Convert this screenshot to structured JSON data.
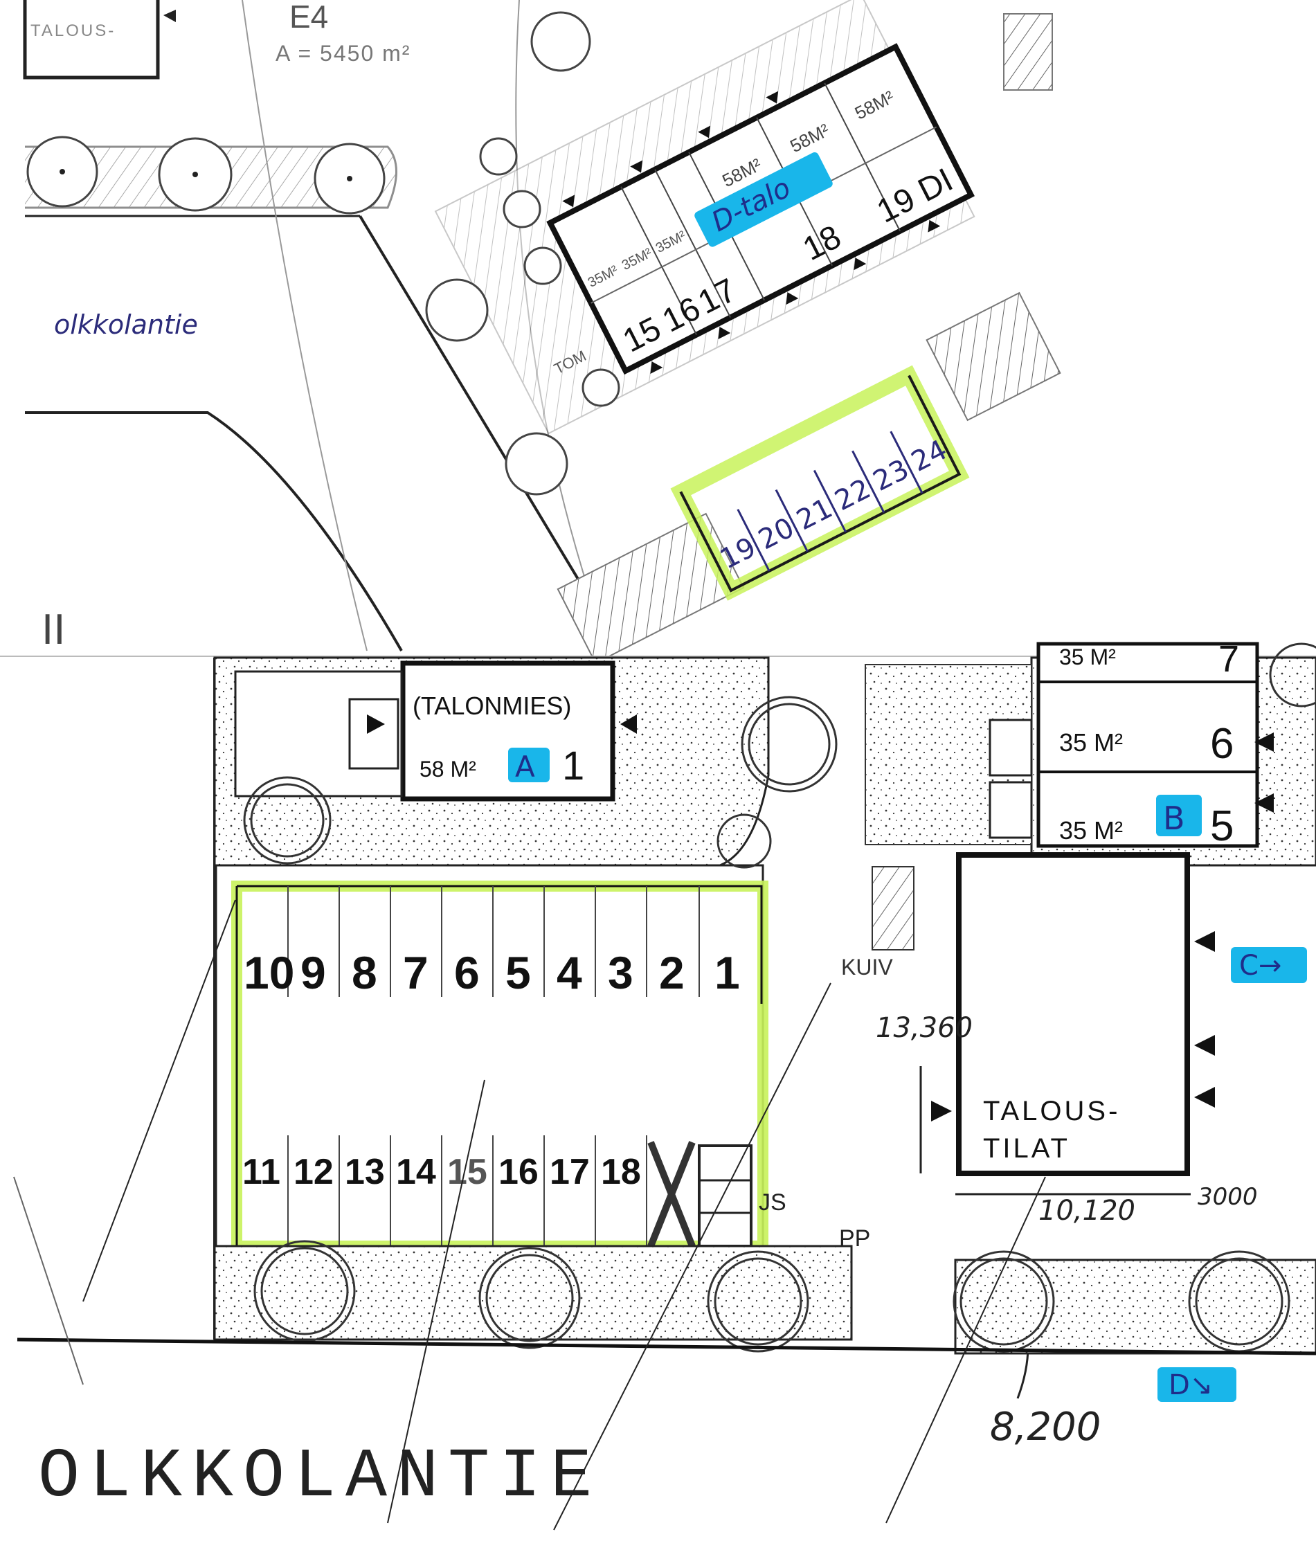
{
  "upper_sheet": {
    "top_plot": "E4",
    "top_area": "A = 5450 m²",
    "top_building": "TALOUS-\nTILAT",
    "street_handwritten": "olkkolantie",
    "roman_numeral": "II",
    "d_building": {
      "highlight_label": "D-talo",
      "top_areas": [
        "58M²",
        "58M²",
        "58M²"
      ],
      "small_areas": [
        "35M²",
        "35M²",
        "35M²"
      ],
      "units": [
        "15",
        "16",
        "17",
        "18",
        "19 DI"
      ],
      "tom_label": "TOM"
    },
    "parking_d": [
      "19",
      "20",
      "21",
      "22",
      "23",
      "24"
    ]
  },
  "lower_sheet": {
    "talonmies": {
      "name": "(TALONMIES)",
      "area": "58 M²",
      "highlight_label": "A",
      "unit": "1"
    },
    "building_b": {
      "rows": [
        {
          "area": "35 M²",
          "unit": "7"
        },
        {
          "area": "35 M²",
          "unit": "6"
        },
        {
          "area": "35 M²",
          "unit": "5"
        }
      ],
      "highlight_label": "B"
    },
    "parking_top": [
      "10",
      "9",
      "8",
      "7",
      "6",
      "5",
      "4",
      "3",
      "2",
      "1"
    ],
    "parking_bottom": [
      "11",
      "12",
      "13",
      "14",
      "15",
      "16",
      "17",
      "18"
    ],
    "talous_tilat": "TALOUS-\nTILAT",
    "kuiv": "KUIV",
    "js": "JS",
    "pp": "PP",
    "dim_vertical": "13,360",
    "dim_width": "10,120",
    "dim_right": "3000",
    "dim_bottom": "8,200",
    "c_label": "C→",
    "d_label": "D↘",
    "street": "OLKKOLANTIE"
  },
  "colors": {
    "line": "#1a1a1a",
    "blue_highlight": "#19b6ea",
    "green_highlight": "#c8f25a",
    "handwriting": "#2b2b7a"
  }
}
